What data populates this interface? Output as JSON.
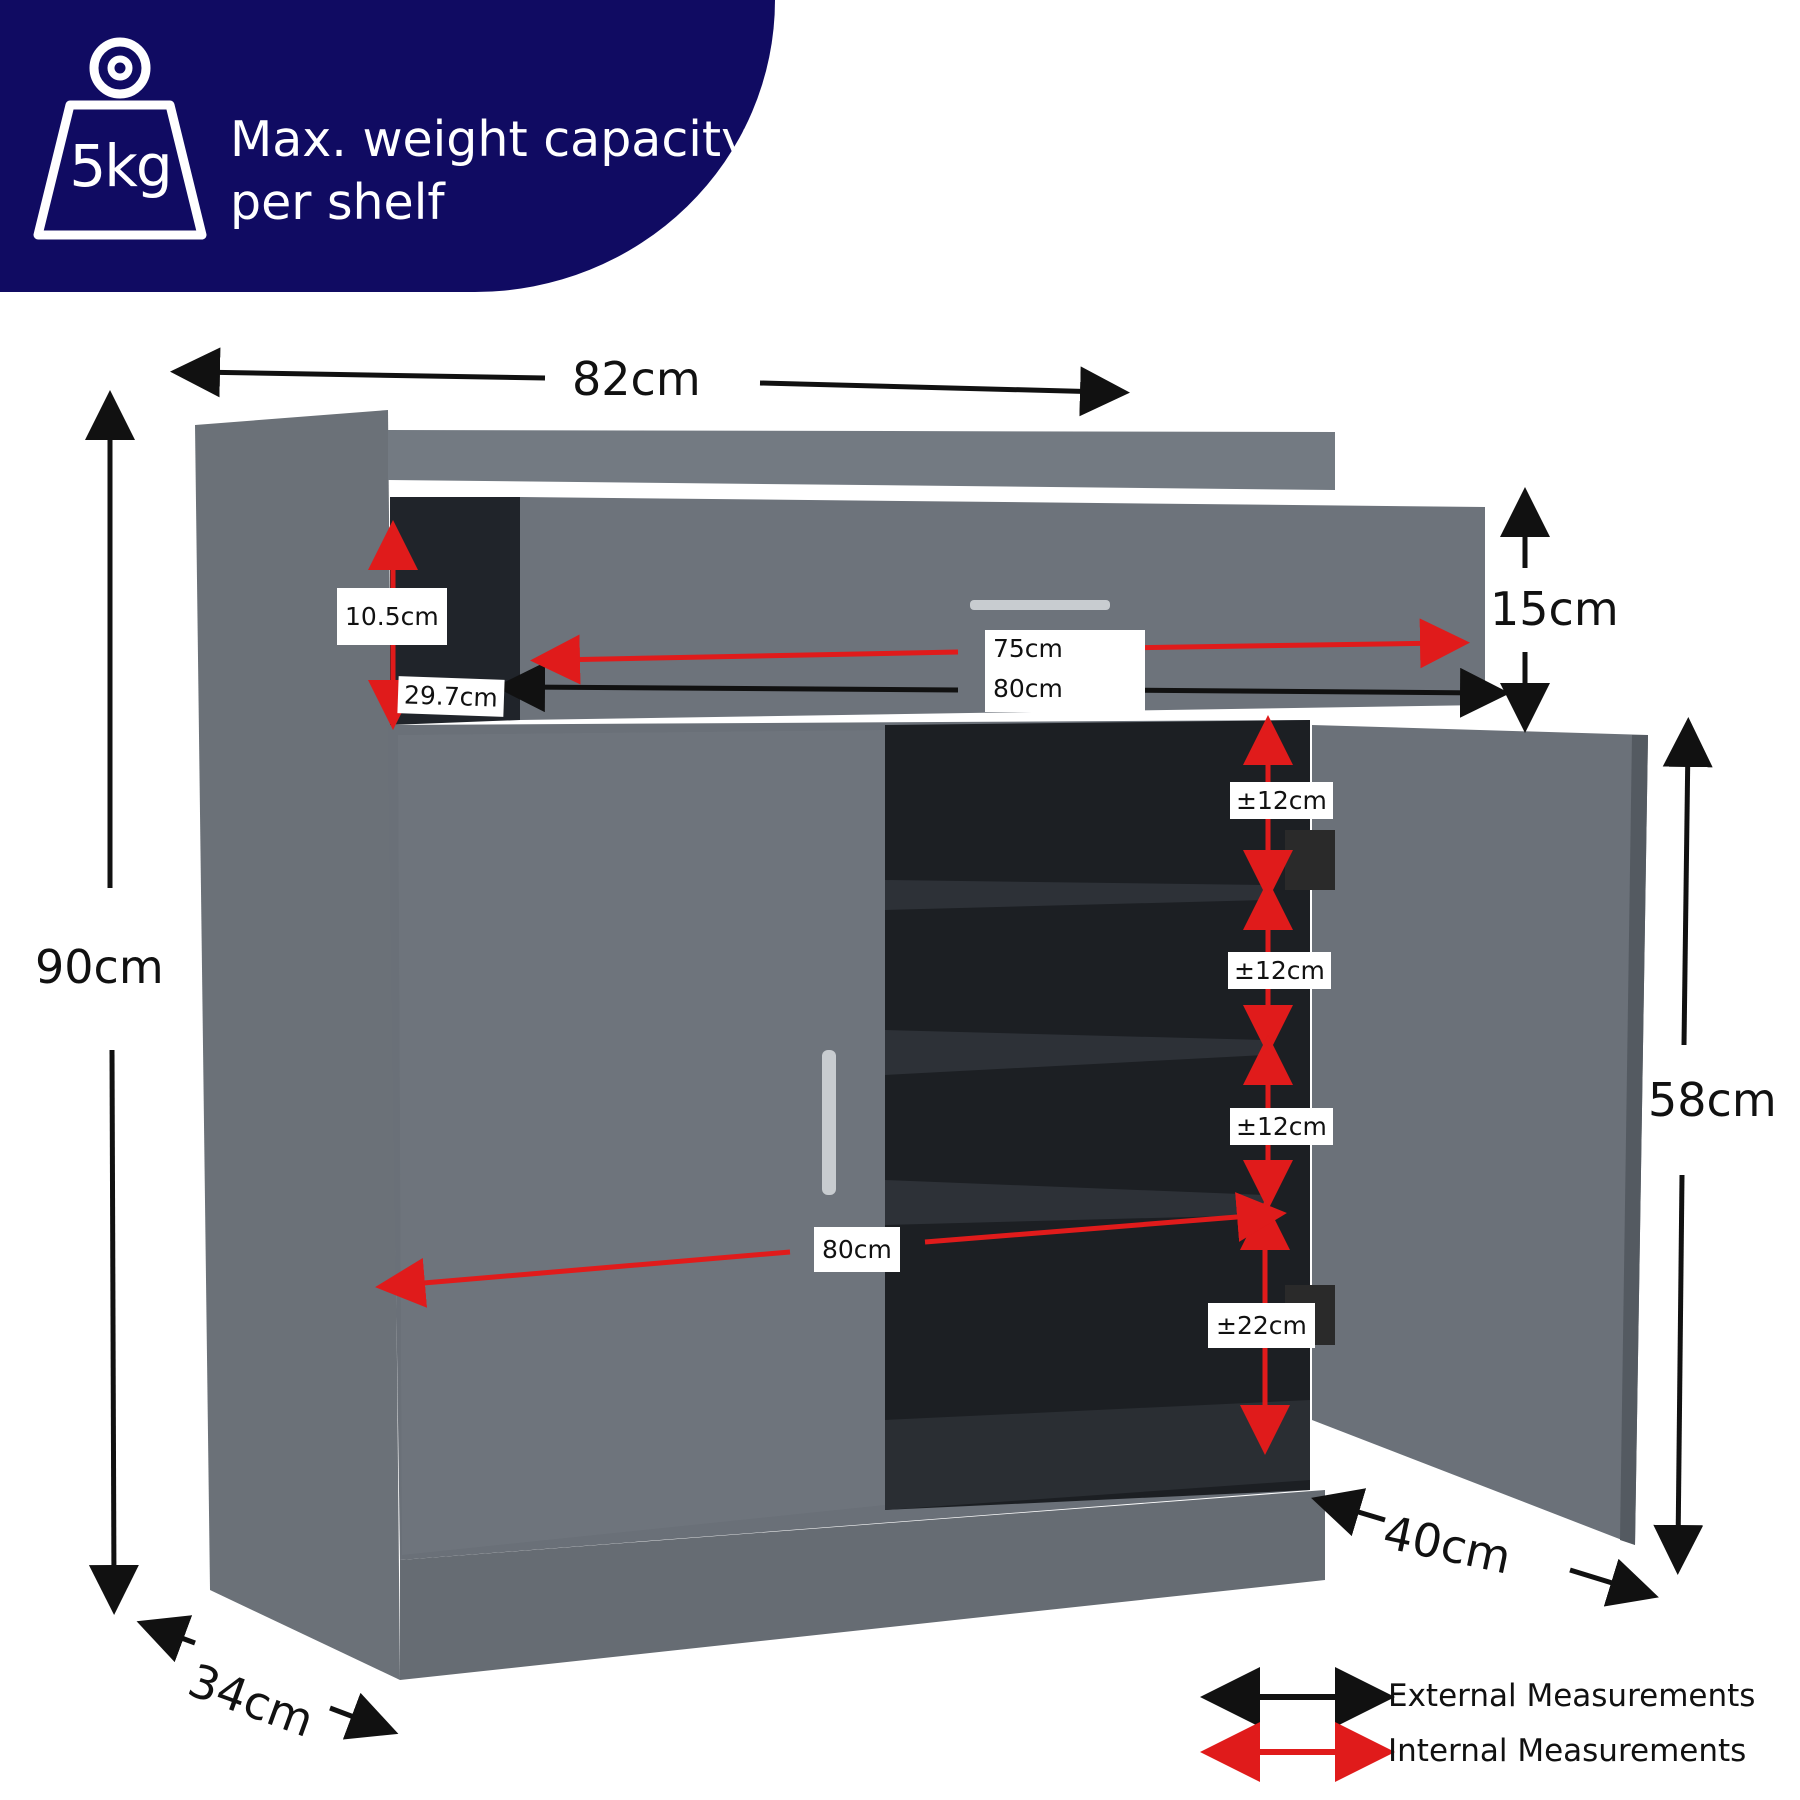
{
  "badge": {
    "weight": "5kg",
    "line1": "Max. weight capacity",
    "line2": "per shelf"
  },
  "dimensions": {
    "width": "82cm",
    "height": "90cm",
    "depth": "34cm",
    "drawer_height": "15cm",
    "door_height": "58cm",
    "door_open_width": "40cm",
    "drawer_inner_height": "10.5cm",
    "drawer_inner_depth": "29.7cm",
    "drawer_inner_width": "75cm",
    "drawer_outer_width": "80cm",
    "shelf_width": "80cm",
    "shelf_gap_1": "±12cm",
    "shelf_gap_2": "±12cm",
    "shelf_gap_3": "±12cm",
    "shelf_gap_bottom": "±22cm"
  },
  "legend": {
    "external": "External Measurements",
    "internal": "Internal Measurements"
  },
  "colors": {
    "banner": "#100b62",
    "cabinet": "#6f767e",
    "interior": "#1c1f23",
    "external_arrow": "#111111",
    "internal_arrow": "#e01b1b"
  }
}
